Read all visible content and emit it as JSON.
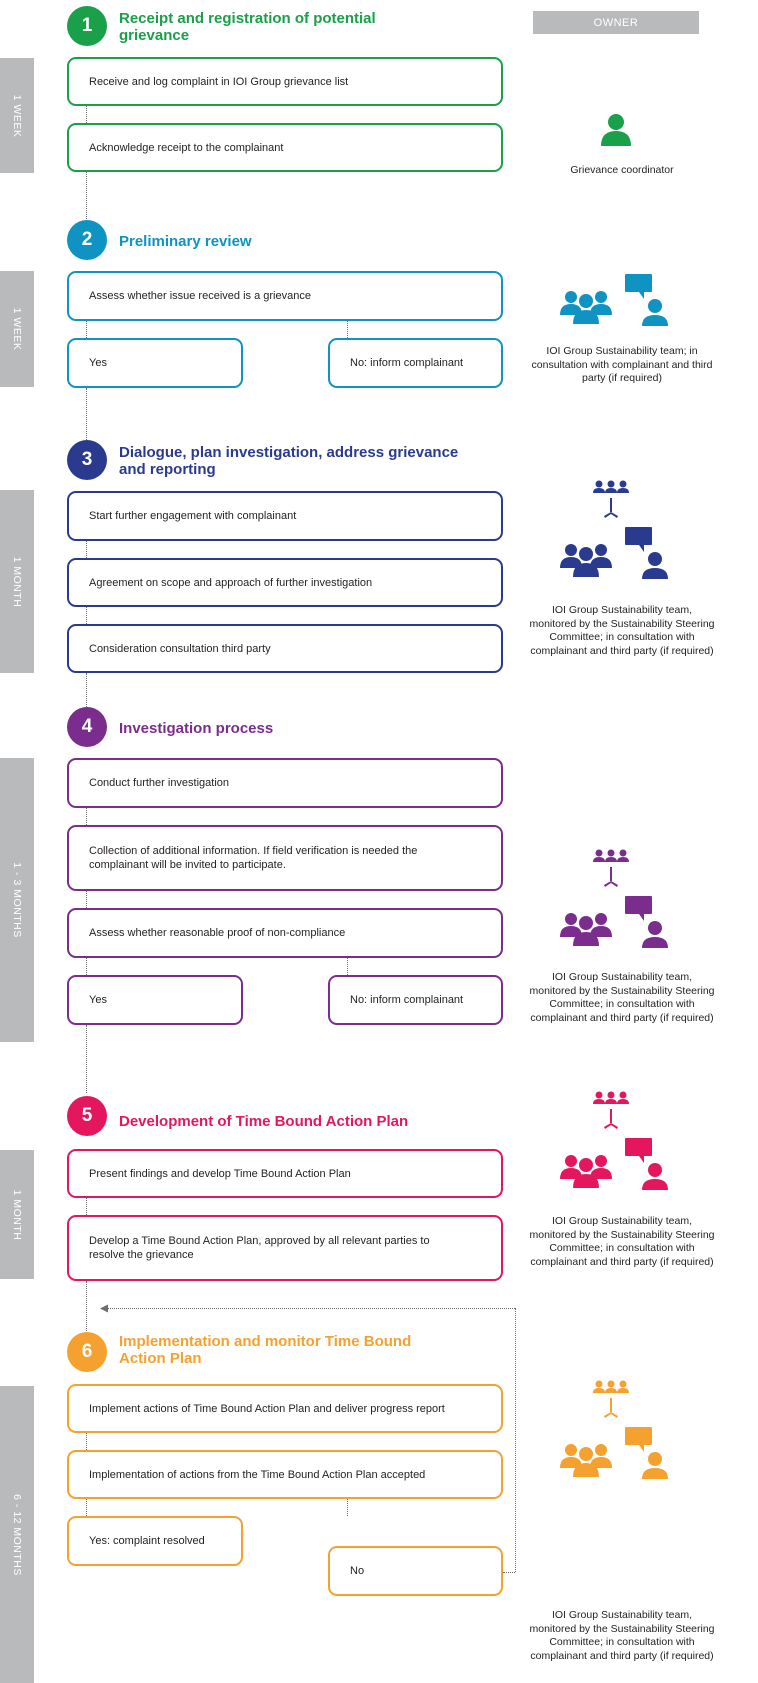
{
  "owner_header": "OWNER",
  "colors": {
    "step1": "#1aa049",
    "step2": "#0f93c3",
    "step3": "#2a3b8f",
    "step4": "#7a2d8d",
    "step5": "#e4175e",
    "step6": "#f5a130",
    "duration_bar": "#b9babc"
  },
  "steps": [
    {
      "number": "1",
      "title": "Receipt and registration of potential grievance",
      "duration": "1 WEEK",
      "boxes": [
        "Receive and log complaint in IOI Group grievance list",
        "Acknowledge receipt to the complainant"
      ],
      "owner": "Grievance coordinator",
      "owner_icon": "single-person-icon"
    },
    {
      "number": "2",
      "title": "Preliminary review",
      "duration": "1 WEEK",
      "boxes": [
        "Assess whether issue received is a grievance"
      ],
      "branches": [
        "Yes",
        "No: inform complainant"
      ],
      "owner": "IOI Group Sustainability team; in consultation with complainant and third party (if required)",
      "owner_icon": "team-consultation-icon"
    },
    {
      "number": "3",
      "title": "Dialogue, plan investigation, address grievance and reporting",
      "duration": "1 MONTH",
      "boxes": [
        "Start further engagement with complainant",
        "Agreement on scope and approach of further investigation",
        "Consideration consultation third party"
      ],
      "owner": "IOI Group Sustainability team, monitored by the Sustainability Steering Committee; in consultation with complainant and third party (if required)",
      "owner_icon": "committee-team-consultation-icon"
    },
    {
      "number": "4",
      "title": "Investigation process",
      "duration": "1 - 3 MONTHS",
      "boxes": [
        "Conduct further investigation",
        "Collection of additional information. If field verification is needed the complainant will be invited to participate.",
        "Assess whether reasonable proof of non-compliance"
      ],
      "branches": [
        "Yes",
        "No: inform complainant"
      ],
      "owner": "IOI Group Sustainability team, monitored by the Sustainability Steering Committee; in consultation with complainant and third party (if required)",
      "owner_icon": "committee-team-consultation-icon"
    },
    {
      "number": "5",
      "title": "Development of Time Bound Action Plan",
      "duration": "1 MONTH",
      "boxes": [
        "Present findings and develop Time Bound Action Plan",
        "Develop a Time Bound Action Plan, approved by all relevant parties to resolve the grievance"
      ],
      "owner": "IOI Group Sustainability team, monitored by the Sustainability Steering Committee; in consultation with complainant and third party (if required)",
      "owner_icon": "committee-team-consultation-icon"
    },
    {
      "number": "6",
      "title": "Implementation and monitor Time Bound Action Plan",
      "duration": "6 - 12 MONTHS",
      "boxes": [
        "Implement actions of Time Bound Action Plan and deliver progress report",
        "Implementation of actions from the Time Bound Action Plan accepted"
      ],
      "branches": [
        "Yes: complaint resolved",
        "No"
      ],
      "owner": "IOI Group Sustainability team, monitored by the Sustainability Steering Committee; in consultation with complainant and third party (if required)",
      "owner_icon": "committee-team-consultation-icon"
    }
  ]
}
